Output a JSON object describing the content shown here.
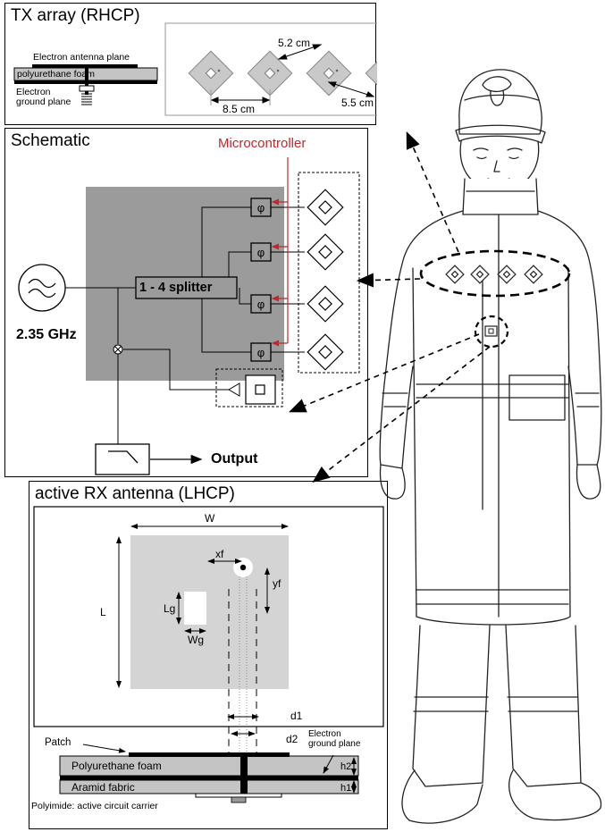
{
  "tx_panel": {
    "title": "TX array (RHCP)",
    "antenna_plane_label": "Electron antenna plane",
    "foam_label": "polyurethane foam",
    "ground_plane_label": "Electron\nground plane",
    "dim_5_2": "5.2 cm",
    "dim_8_5": "8.5 cm",
    "dim_5_5": "5.5 cm"
  },
  "schematic_panel": {
    "title": "Schematic",
    "microcontroller_label": "Microcontroller",
    "microcontroller_color": "#c0282d",
    "splitter_label": "1 - 4 splitter",
    "phase_symbol": "φ",
    "frequency_label": "2.35 GHz",
    "output_label": "Output",
    "block_fill": "#9b9b9b"
  },
  "rx_panel": {
    "title": "active RX antenna (LHCP)",
    "W": "W",
    "L": "L",
    "xf": "xf",
    "yf": "yf",
    "Lg": "Lg",
    "Wg": "Wg",
    "d1": "d1",
    "d2": "d2",
    "h1": "h1",
    "h2": "h2",
    "patch_label": "Patch",
    "ground_plane_label": "Electron\nground plane",
    "foam_layer_label": "Polyurethane foam",
    "aramid_label": "Aramid fabric",
    "polyimide_label": "Polyimide: active circuit carrier",
    "patch_fill": "#d4d4d4"
  }
}
